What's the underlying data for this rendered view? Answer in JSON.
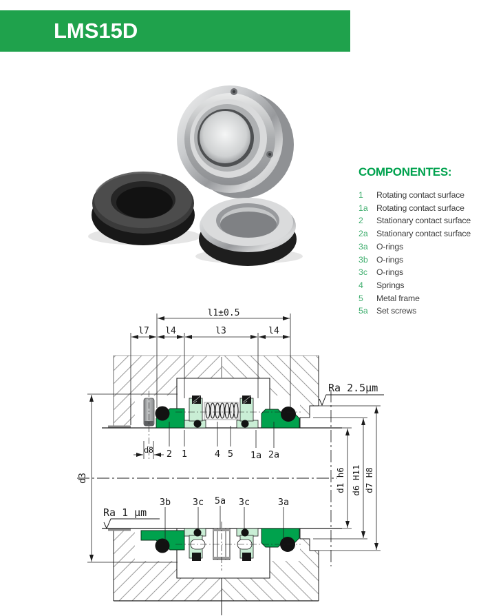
{
  "header": {
    "title": "LMS15D",
    "accent_color": "#1fa24c"
  },
  "components": {
    "heading": "COMPONENTES:",
    "items": [
      {
        "num": "1",
        "label": "Rotating contact surface"
      },
      {
        "num": "1a",
        "label": "Rotating contact surface"
      },
      {
        "num": "2",
        "label": "Stationary contact surface"
      },
      {
        "num": "2a",
        "label": "Stationary contact surface"
      },
      {
        "num": "3a",
        "label": "O-rings"
      },
      {
        "num": "3b",
        "label": "O-rings"
      },
      {
        "num": "3c",
        "label": "O-rings"
      },
      {
        "num": "4",
        "label": "Springs"
      },
      {
        "num": "5",
        "label": "Metal frame"
      },
      {
        "num": "5a",
        "label": "Set screws"
      }
    ]
  },
  "diagram": {
    "dims": {
      "l1": "l1±0.5",
      "l7": "l7",
      "l4_left": "l4",
      "l3": "l3",
      "l4_right": "l4",
      "d8": "d8",
      "d3": "d3",
      "d1": "d1  h6",
      "d6": "d6  H11",
      "d7": "d7  H8"
    },
    "surface_finish": {
      "ra_top": "Ra  2.5μm",
      "ra_bottom": "Ra  1 μm"
    },
    "part_labels_top": [
      "2",
      "1",
      "4",
      "5",
      "1a",
      "2a"
    ],
    "part_labels_bottom": [
      "3b",
      "3c",
      "5a",
      "3c",
      "3a"
    ],
    "colors": {
      "seal_green": "#00a24d",
      "face_pale_green": "#c9eed5",
      "oring_black": "#121212"
    }
  }
}
